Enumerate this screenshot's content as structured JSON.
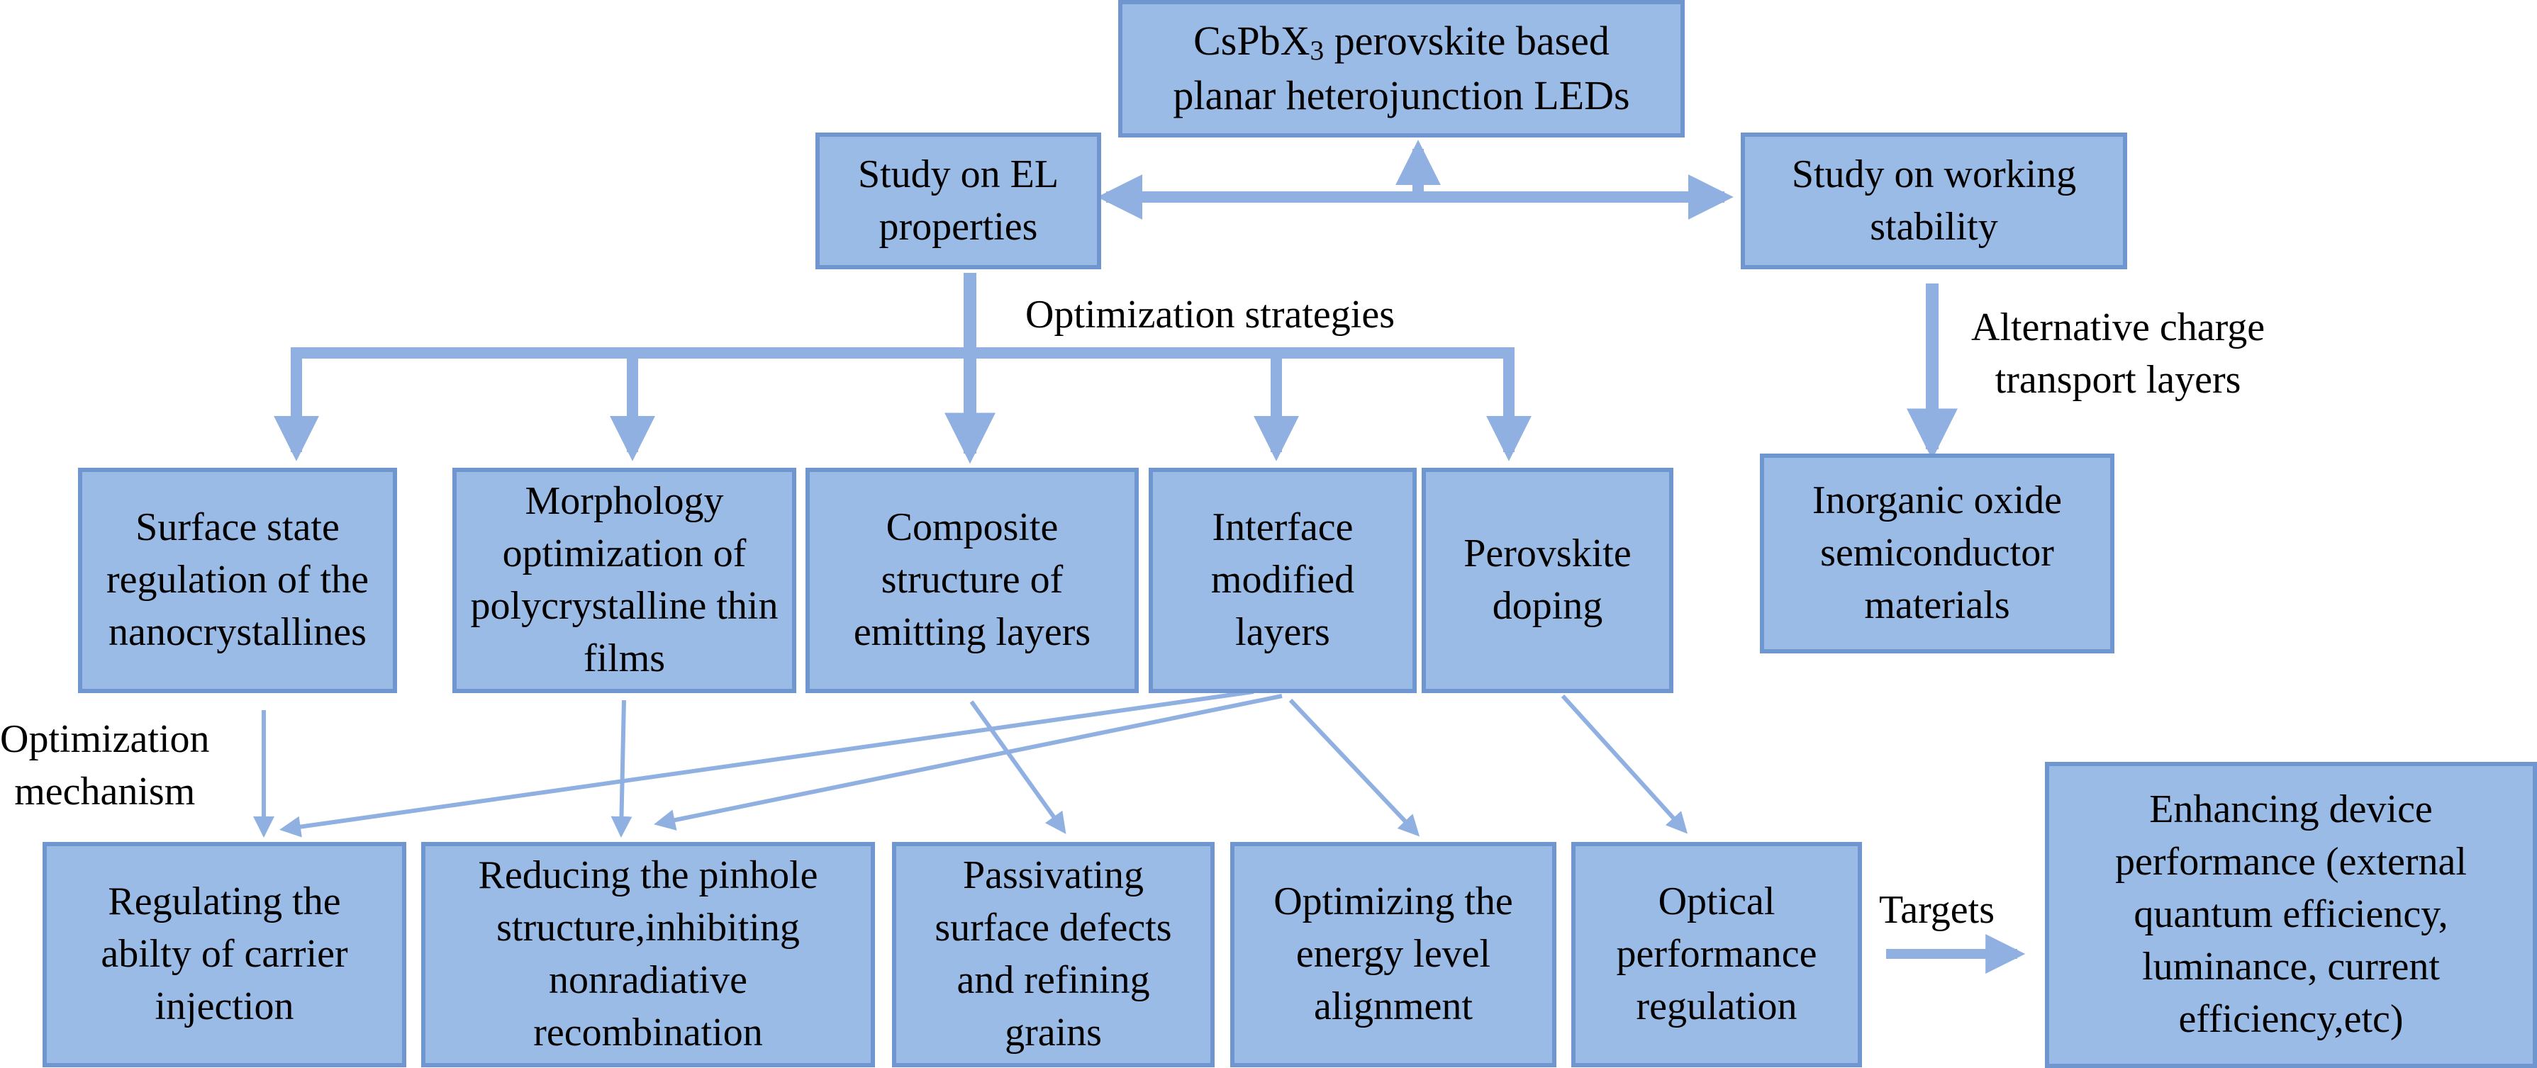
{
  "top": {
    "title_prefix": "CsPbX",
    "title_sub": "3",
    "title_suffix": " perovskite based",
    "title_line2": "planar heterojunction LEDs"
  },
  "study_el": "Study on EL properties",
  "study_stability": "Study on working stability",
  "labels": {
    "optimization_strategies": "Optimization strategies",
    "alt_ctl_line1": "Alternative charge",
    "alt_ctl_line2": "transport layers",
    "mechanism_line1": "Optimization",
    "mechanism_line2": "mechanism",
    "targets": "Targets"
  },
  "strategies": [
    "Surface state regulation of the nanocrystallines",
    "Morphology optimization of polycrystalline thin films",
    "Composite structure of emitting layers",
    "Interface modified layers",
    "Perovskite doping"
  ],
  "inorganic": "Inorganic oxide semiconductor materials",
  "mechanisms": [
    "Regulating the abilty of carrier injection",
    "Reducing the pinhole structure,inhibiting nonradiative recombination",
    "Passivating surface defects and refining grains",
    "Optimizing the energy level alignment",
    "Optical performance regulation"
  ],
  "enhancing": "Enhancing device performance (external quantum efficiency, luminance, current efficiency,etc)",
  "colors": {
    "box_fill": "#9bbbe7",
    "box_border": "#6f96cf",
    "arrow": "#8fb0e0"
  }
}
